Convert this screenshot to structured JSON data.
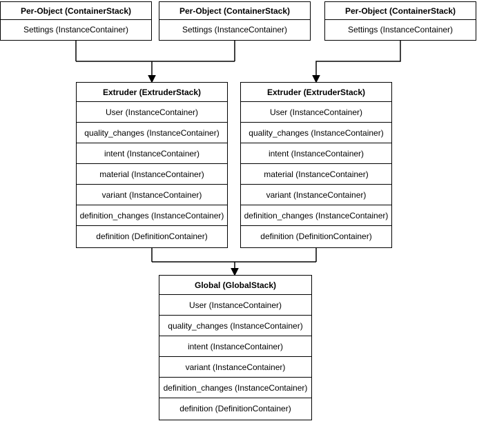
{
  "colors": {
    "background": "#ffffff",
    "box_fill": "#ffffff",
    "line": "#000000",
    "text": "#000000"
  },
  "stacks": {
    "per_object": [
      {
        "title": "Per-Object (ContainerStack)",
        "rows": [
          "Settings (InstanceContainer)"
        ]
      },
      {
        "title": "Per-Object (ContainerStack)",
        "rows": [
          "Settings (InstanceContainer)"
        ]
      },
      {
        "title": "Per-Object (ContainerStack)",
        "rows": [
          "Settings (InstanceContainer)"
        ]
      }
    ],
    "extruder": [
      {
        "title": "Extruder (ExtruderStack)",
        "rows": [
          "User (InstanceContainer)",
          "quality_changes (InstanceContainer)",
          "intent (InstanceContainer)",
          "material (InstanceContainer)",
          "variant (InstanceContainer)",
          "definition_changes (InstanceContainer)",
          "definition (DefinitionContainer)"
        ]
      },
      {
        "title": "Extruder (ExtruderStack)",
        "rows": [
          "User (InstanceContainer)",
          "quality_changes (InstanceContainer)",
          "intent (InstanceContainer)",
          "material (InstanceContainer)",
          "variant (InstanceContainer)",
          "definition_changes (InstanceContainer)",
          "definition (DefinitionContainer)"
        ]
      }
    ],
    "global": {
      "title": "Global (GlobalStack)",
      "rows": [
        "User (InstanceContainer)",
        "quality_changes (InstanceContainer)",
        "intent (InstanceContainer)",
        "variant (InstanceContainer)",
        "definition_changes (InstanceContainer)",
        "definition (DefinitionContainer)"
      ]
    }
  }
}
